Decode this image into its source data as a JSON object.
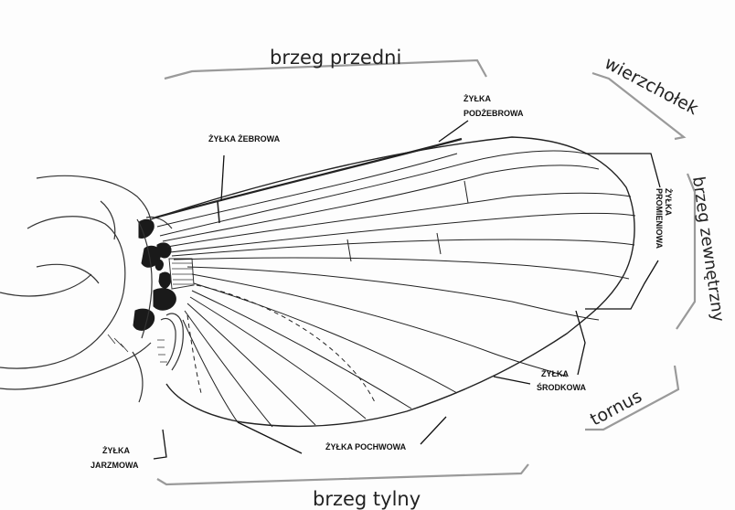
{
  "regions": {
    "front_edge": "brzeg przedni",
    "apex": "wierzchołek",
    "outer_edge": "brzeg zewnętrzny",
    "tornus": "tornus",
    "rear_edge": "brzeg tylny"
  },
  "veins": {
    "costal": "ŻYŁKA ŻEBROWA",
    "subcostal_1": "ŻYŁKA",
    "subcostal_2": "PODŻEBROWA",
    "radial_1": "ŻYŁKA",
    "radial_2": "PROMIENIOWA",
    "median_1": "ŻYŁKA",
    "median_2": "ŚRODKOWA",
    "cubital": "ŻYŁKA POCHWOWA",
    "jugal_1": "ŻYŁKA",
    "jugal_2": "JARZMOWA"
  },
  "colors": {
    "ink": "#222222",
    "bracket": "#9a9a9a",
    "shading": "#1a1a1a"
  }
}
